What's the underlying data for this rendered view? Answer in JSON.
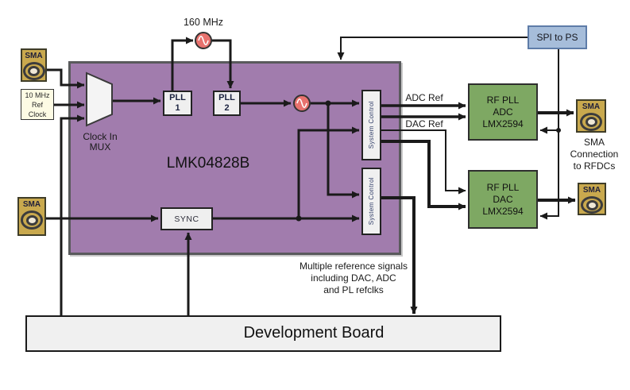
{
  "colors": {
    "chip_purple": "#A17CAD",
    "chip_border": "#595a5c",
    "rf_green": "#7EA863",
    "spi_blue": "#A6BDDA",
    "sma_gold": "#C9A94E",
    "oscillator_red": "#E8726E",
    "box_gray": "#efefef",
    "ref_clock_cream": "#FDFBE4",
    "wire_black": "#1a1a1a"
  },
  "nodes": {
    "sma_top_left": {
      "label": "SMA"
    },
    "ref_clock": {
      "lines": [
        "10 MHz",
        "Ref",
        "Clock"
      ]
    },
    "mux": {
      "lines": [
        "Clock In",
        "MUX"
      ]
    },
    "osc_160": {
      "label": "160 MHz"
    },
    "pll1": {
      "lines": [
        "PLL",
        "1"
      ]
    },
    "pll2": {
      "lines": [
        "PLL",
        "2"
      ]
    },
    "chip": {
      "label": "LMK04828B"
    },
    "sync": {
      "label": "SYNC"
    },
    "system_control_top": {
      "label": "System Control"
    },
    "system_control_bottom": {
      "label": "System Control"
    },
    "sma_bottom_left": {
      "label": "SMA"
    },
    "rf_pll_adc": {
      "lines": [
        "RF PLL",
        "ADC",
        "LMX2594"
      ]
    },
    "rf_pll_dac": {
      "lines": [
        "RF PLL",
        "DAC",
        "LMX2594"
      ]
    },
    "spi_to_ps": {
      "label": "SPI to PS"
    },
    "sma_right_adc": {
      "label": "SMA"
    },
    "sma_right_dac": {
      "label": "SMA"
    },
    "dev_board": {
      "label": "Development Board"
    }
  },
  "wire_labels": {
    "adc_ref": "ADC Ref",
    "dac_ref": "DAC Ref"
  },
  "annotations": {
    "sma_connection": {
      "lines": [
        "SMA",
        "Connection",
        "to RFDCs"
      ]
    },
    "multi_ref": {
      "lines": [
        "Multiple reference signals",
        "including DAC, ADC",
        "and PL refclks"
      ]
    }
  }
}
